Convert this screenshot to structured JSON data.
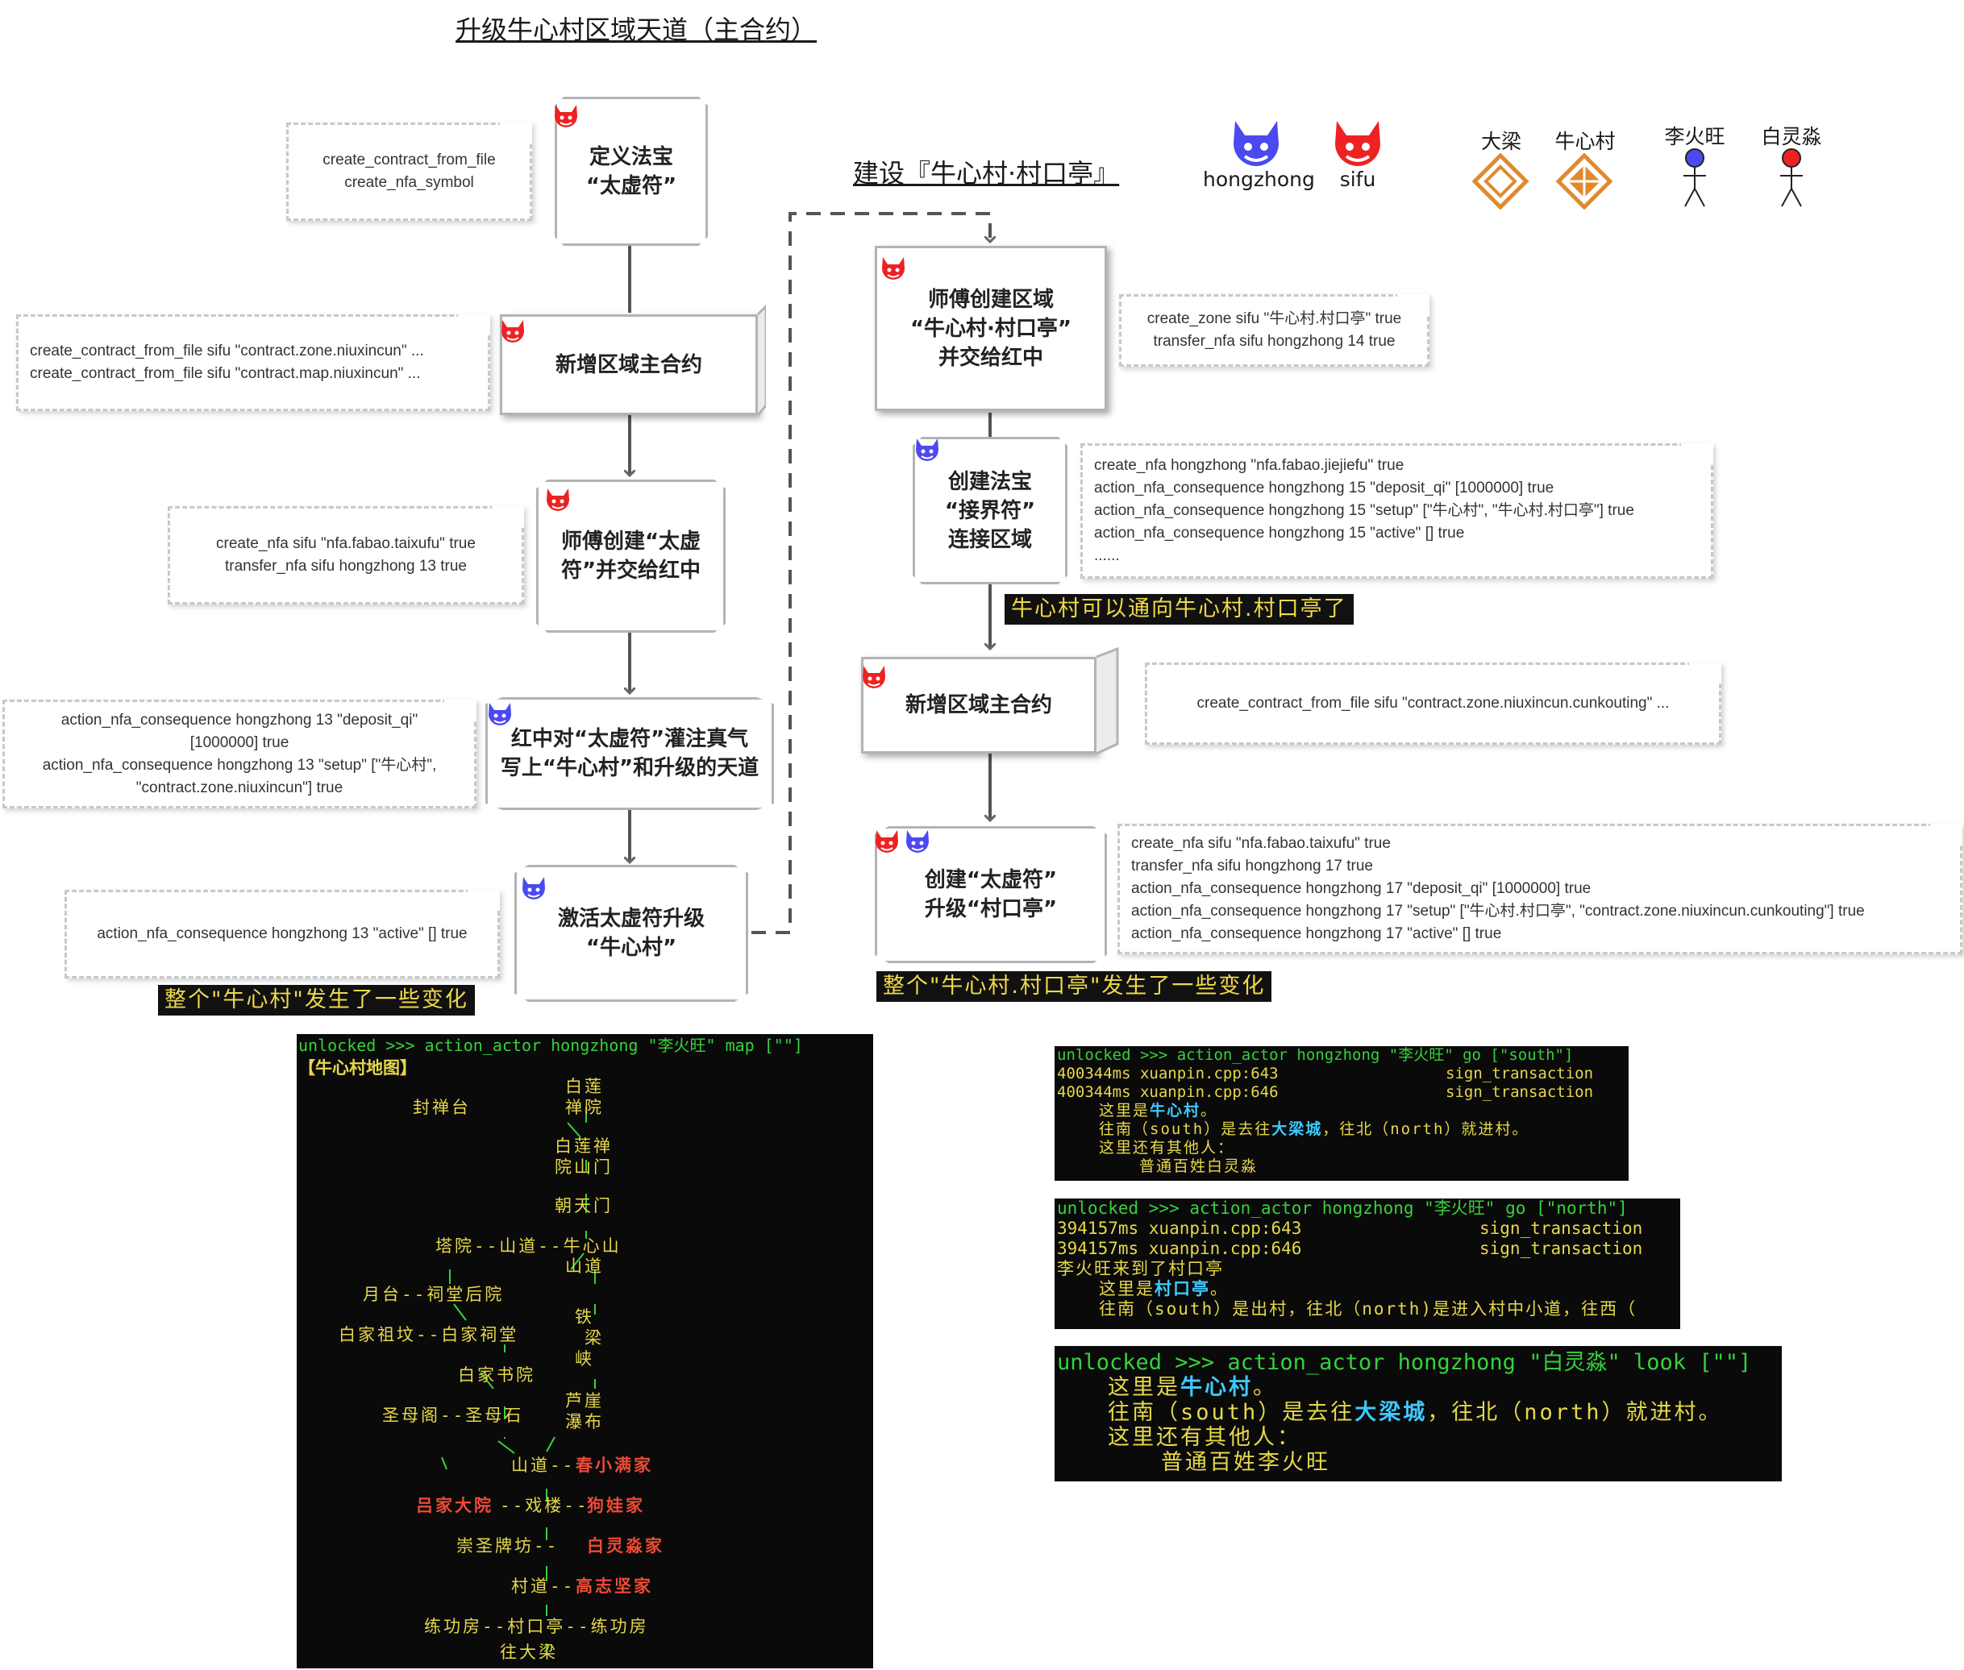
{
  "titles": {
    "main": "升级牛心村区域天道（主合约）",
    "second": "建设『牛心村·村口亭』"
  },
  "legend": {
    "hongzhong": "hongzhong",
    "sifu": "sifu",
    "daliang": "大梁",
    "niuxincun": "牛心村",
    "lihuowang": "李火旺",
    "bailingmiao": "白灵淼"
  },
  "colors": {
    "hongzhong": "#4a4af0",
    "sifu": "#ee2222",
    "diamond": "#e08a2e"
  },
  "left_flow": {
    "box1": "定义法宝\n“太虚符”",
    "box2": "新增区域主合约",
    "box3": "师傅创建“太虚\n符”并交给红中",
    "box4": "红中对“太虚符”灌注真气\n写上“牛心村”和升级的天道",
    "box5": "激活太虚符升级\n“牛心村”",
    "note1": [
      "create_contract_from_file",
      "create_nfa_symbol"
    ],
    "note2": [
      "create_contract_from_file sifu \"contract.zone.niuxincun\" ...",
      "create_contract_from_file sifu \"contract.map.niuxincun\" ..."
    ],
    "note3": [
      "create_nfa sifu \"nfa.fabao.taixufu\" true",
      "transfer_nfa sifu hongzhong 13 true"
    ],
    "note4": [
      "action_nfa_consequence hongzhong 13 \"deposit_qi\"",
      "[1000000] true",
      "action_nfa_consequence hongzhong 13 \"setup\" [\"牛心村\",",
      "\"contract.zone.niuxincun\"] true"
    ],
    "note5": [
      "action_nfa_consequence hongzhong 13 \"active\" [] true"
    ],
    "highlight": "整个\"牛心村\"发生了一些变化"
  },
  "right_flow": {
    "box1": "师傅创建区域\n“牛心村·村口亭”\n并交给红中",
    "box2": "创建法宝\n“接界符”\n连接区域",
    "box3": "新增区域主合约",
    "box4": "创建“太虚符”\n升级“村口亭”",
    "note1": [
      "create_zone sifu \"牛心村.村口亭\" true",
      "transfer_nfa sifu hongzhong 14 true"
    ],
    "note2": [
      "create_nfa hongzhong \"nfa.fabao.jiejiefu\" true",
      "action_nfa_consequence hongzhong 15 \"deposit_qi\" [1000000] true",
      "action_nfa_consequence hongzhong 15 \"setup\" [\"牛心村\", \"牛心村.村口亭\"] true",
      "action_nfa_consequence hongzhong 15 \"active\" [] true",
      "......"
    ],
    "note3": [
      "create_contract_from_file sifu \"contract.zone.niuxincun.cunkouting\" ..."
    ],
    "note4": [
      "create_nfa sifu \"nfa.fabao.taixufu\" true",
      "transfer_nfa sifu hongzhong 17 true",
      "action_nfa_consequence hongzhong 17 \"deposit_qi\" [1000000] true",
      "action_nfa_consequence hongzhong 17 \"setup\" [\"牛心村.村口亭\", \"contract.zone.niuxincun.cunkouting\"] true",
      "action_nfa_consequence hongzhong 17 \"active\" [] true"
    ],
    "highlight1": "牛心村可以通向牛心村.村口亭了",
    "highlight2": "整个\"牛心村.村口亭\"发生了一些变化"
  },
  "map_terminal": {
    "command": "unlocked >>> action_actor hongzhong \"李火旺\" map [\"\"]",
    "heading": "【牛心村地图】",
    "nodes": {
      "fengchantai": "封禅台",
      "bailian1": "白莲",
      "bailian2": "禅院",
      "bailianmen1": "白莲禅",
      "bailianmen2": "院山门",
      "chaotianmen": "朝天门",
      "row_tayuan": "塔院--山道--牛心山",
      "shandao": "山道",
      "row_yuetai": "月台--祠堂后院",
      "tie": "铁",
      "liang": "梁",
      "xia": "峡",
      "row_baijiazu": "白家祖坟--白家祠堂",
      "baijiashuyuan": "白家书院",
      "luya1": "芦崖",
      "luya2": "瀑布",
      "row_shengmu": "圣母阁--圣母石",
      "shandao2": "山道--",
      "chunxiaoman": "春小满家",
      "lvjia": "吕家大院",
      "xilou": "--戏楼--",
      "gouwa": "狗娃家",
      "chongsheng": "崇圣牌坊--",
      "bailingmiaojia": "白灵淼家",
      "cundao": "村道--",
      "gaozhijian": "高志坚家",
      "row_liangong": "练功房--村口亭--练功房",
      "wangdaliang": "往大梁"
    }
  },
  "terminal_south": {
    "command": "unlocked >>> action_actor hongzhong \"李火旺\" go [\"south\"]",
    "log1a": "400344ms xuanpin.cpp:643",
    "log1b": "sign_transaction",
    "log2a": "400344ms xuanpin.cpp:646",
    "log2b": "sign_transaction",
    "l1a": "这里是",
    "l1b": "牛心村",
    "l1c": "。",
    "l2a": "往南（south）是去往",
    "l2b": "大梁城",
    "l2c": "，往北（north）就进村。",
    "l3": "这里还有其他人：",
    "l4": "普通百姓白灵淼"
  },
  "terminal_north": {
    "command": "unlocked >>> action_actor hongzhong \"李火旺\" go [\"north\"]",
    "log1a": "394157ms xuanpin.cpp:643",
    "log1b": "sign_transaction",
    "log2a": "394157ms xuanpin.cpp:646",
    "log2b": "sign_transaction",
    "l1": "李火旺来到了村口亭",
    "l2a": "这里是",
    "l2b": "村口亭",
    "l2c": "。",
    "l3": "往南（south）是出村，往北（north)是进入村中小道，往西（"
  },
  "terminal_look": {
    "command": "unlocked >>> action_actor hongzhong \"白灵淼\" look [\"\"]",
    "l1a": "这里是",
    "l1b": "牛心村",
    "l1c": "。",
    "l2a": "往南（south）是去往",
    "l2b": "大梁城",
    "l2c": "，往北（north）就进村。",
    "l3": "这里还有其他人：",
    "l4": "普通百姓李火旺"
  }
}
